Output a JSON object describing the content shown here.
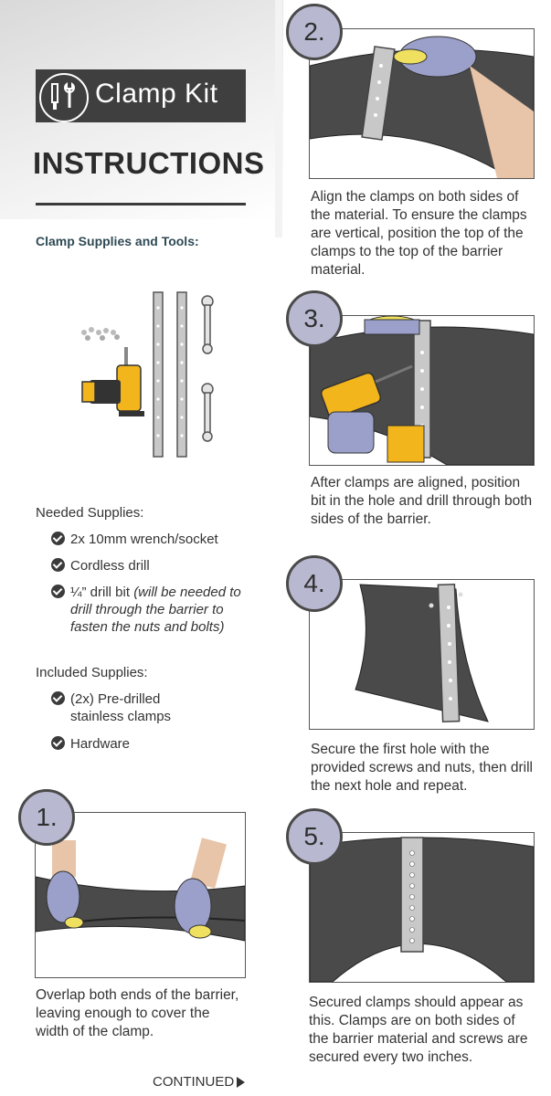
{
  "logo": {
    "title": "Clamp Kit"
  },
  "main_title": "INSTRUCTIONS",
  "tools_heading": "Clamp Supplies and Tools:",
  "needed": {
    "label": "Needed Supplies:",
    "items": [
      {
        "text": "2x 10mm wrench/socket"
      },
      {
        "text": "Cordless drill"
      },
      {
        "text": "¼” drill bit ",
        "italic": "(will be needed to drill through the barrier to fasten the nuts and bolts)"
      }
    ]
  },
  "included": {
    "label": "Included Supplies:",
    "items": [
      {
        "text": "(2x) Pre-drilled stainless clamps"
      },
      {
        "text": "Hardware"
      }
    ]
  },
  "steps": [
    {
      "number": "1.",
      "caption": "Overlap both ends of the barrier, leaving enough to cover the width of the clamp."
    },
    {
      "number": "2.",
      "caption": "Align the clamps on both sides of the material. To ensure the clamps are vertical, position the top of the clamps to the top of the barrier material."
    },
    {
      "number": "3.",
      "caption": "After clamps are aligned, position bit in the hole and drill through both sides of the barrier."
    },
    {
      "number": "4.",
      "caption": "Secure the first hole with the provided screws and nuts, then drill the next hole and repeat."
    },
    {
      "number": "5.",
      "caption": "Secured clamps should appear as this. Clamps are on both sides of the barrier material and screws are secured every two inches."
    }
  ],
  "continued": "CONTINUED",
  "colors": {
    "badge": "#b8b9d0",
    "barrier": "#4a4a4a",
    "glove": "#9aa0c9",
    "drill_yellow": "#f2b51c",
    "clamp": "#c8c8c8"
  }
}
